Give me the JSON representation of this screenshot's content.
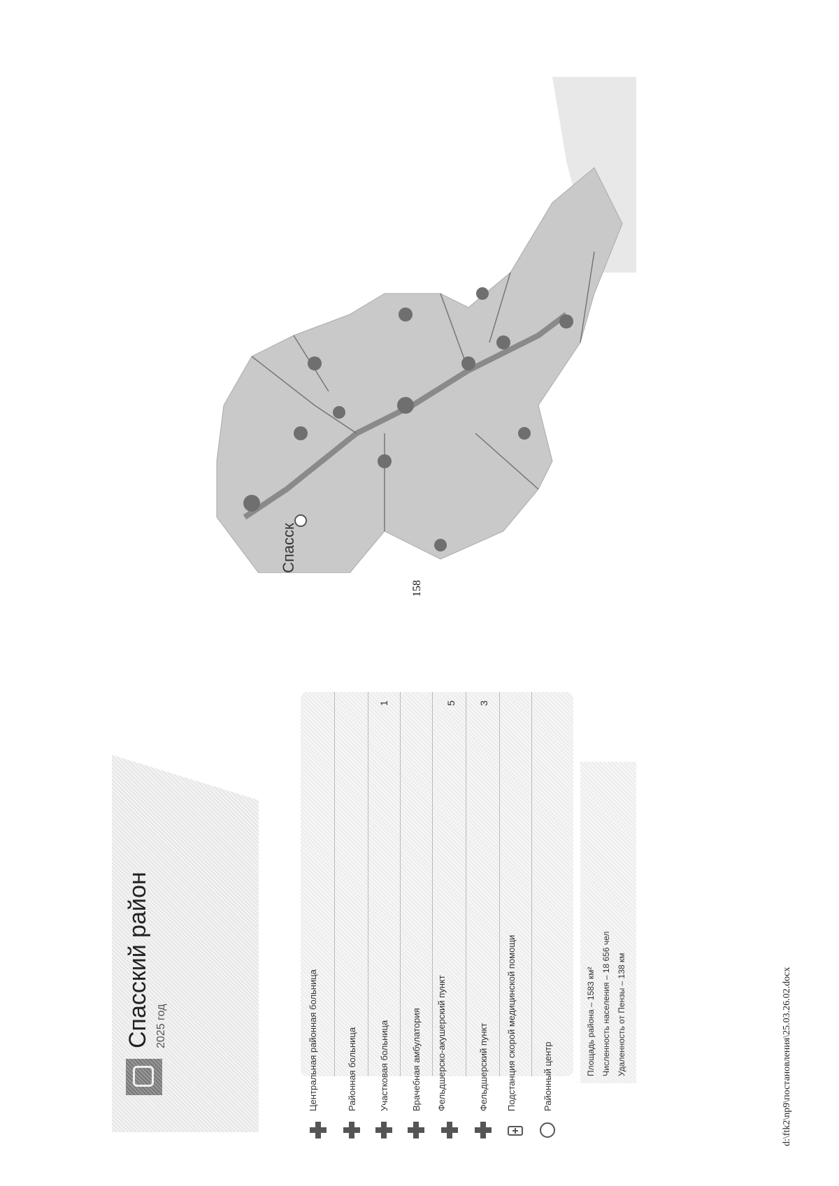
{
  "page_number": "158",
  "footer_path": "d:\\ftk2\\np9\\постановления\\25.03.26.02.docx",
  "title": {
    "district_name": "Спасский район",
    "year": "2025 год"
  },
  "legend": [
    {
      "icon": "red-cross-icon",
      "label": "Центральная районная больница",
      "count": ""
    },
    {
      "icon": "red-cross-icon",
      "label": "Районная больница",
      "count": ""
    },
    {
      "icon": "red-cross-icon",
      "label": "Участковая больница",
      "count": "1"
    },
    {
      "icon": "red-cross-icon",
      "label": "Врачебная амбулатория",
      "count": ""
    },
    {
      "icon": "red-cross-icon",
      "label": "Фельдшерско-акушерский пункт",
      "count": "5"
    },
    {
      "icon": "red-cross-icon",
      "label": "Фельдшерский пункт",
      "count": "3"
    },
    {
      "icon": "ambulance-icon",
      "label": "Подстанция скорой медицинской помощи",
      "count": ""
    },
    {
      "icon": "circle-icon",
      "label": "Районный центр",
      "count": ""
    }
  ],
  "stats": {
    "line1": "Площадь района – 1583 км²",
    "line2": "Численность населения – 18 656 чел",
    "line3": "Удаленность от Пензы – 138 км"
  },
  "map": {
    "center_label": "Спасск",
    "colors": {
      "region_fill": "#c9c9c9",
      "highway": "#8a8a8a",
      "facility": "#6f6f6f"
    }
  }
}
